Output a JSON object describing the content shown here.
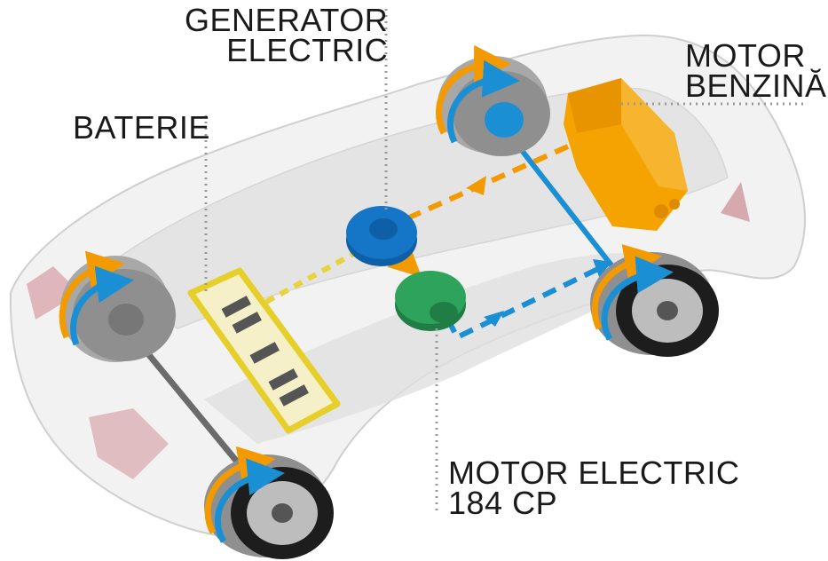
{
  "labels": {
    "generator": [
      "GENERATOR",
      "ELECTRIC"
    ],
    "petrol_engine": [
      "MOTOR",
      "BENZINĂ"
    ],
    "battery": "BATERIE",
    "electric_motor": [
      "MOTOR ELECTRIC",
      "184 CP"
    ]
  },
  "colors": {
    "petrol_flow": "#f29a00",
    "electric_flow": "#1a8fd4",
    "battery_link": "#e8d43a",
    "battery_outline": "#e6cf2a",
    "generator": "#1576c8",
    "electric_motor": "#2ea35c",
    "engine": "#f4a300",
    "leader_line": "#999999",
    "car_body": "#e9e9e9"
  },
  "icons": [
    "car-body",
    "battery-pack",
    "generator-gear",
    "electric-motor-gear",
    "petrol-engine-block",
    "wheel"
  ]
}
